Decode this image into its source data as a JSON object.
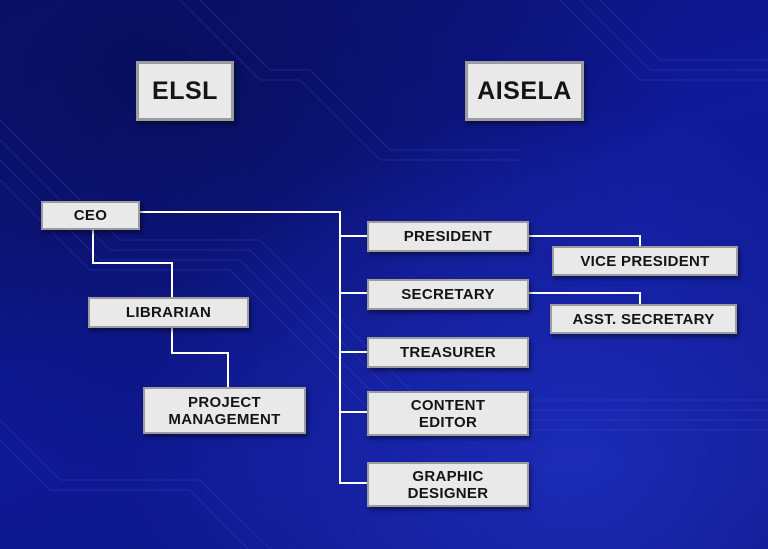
{
  "headers": {
    "left": "ELSL",
    "right": "AISELA"
  },
  "elsl": {
    "ceo": "CEO",
    "librarian": "LIBRARIAN",
    "project_management": "PROJECT\nMANAGEMENT"
  },
  "aisela": {
    "president": "PRESIDENT",
    "vice_president": "VICE PRESIDENT",
    "secretary": "SECRETARY",
    "asst_secretary": "ASST. SECRETARY",
    "treasurer": "TREASURER",
    "content_editor": "CONTENT\nEDITOR",
    "graphic_designer": "GRAPHIC\nDESIGNER"
  },
  "colors": {
    "background": "#101a9a",
    "box_fill": "#e9e9ea",
    "connector": "#ffffff"
  }
}
